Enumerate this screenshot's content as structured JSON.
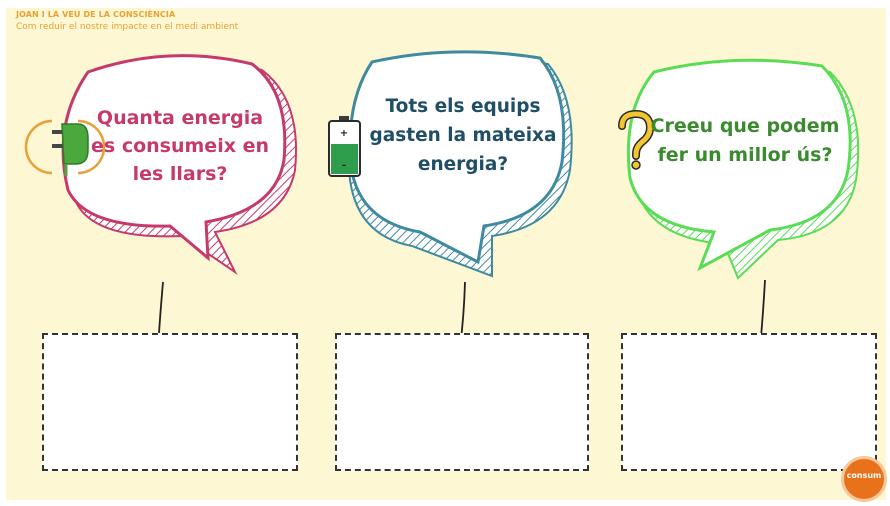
{
  "header": {
    "title": "JOAN I LA VEU DE LA CONSCIÈNCIA",
    "subtitle": "Com reduir el nostre impacte en el medi ambient"
  },
  "questions": [
    {
      "text": "Quanta energia es consumeix en les llars?",
      "color": "#c63a6b",
      "icon": "plug-icon"
    },
    {
      "text": "Tots els equips gasten la mateixa energia?",
      "color": "#3f8aa0",
      "icon": "battery-icon"
    },
    {
      "text": "Creeu que podem fer un millor ús?",
      "color": "#5bdc55",
      "icon": "question-mark-icon"
    }
  ],
  "logo": {
    "text": "consum"
  },
  "colors": {
    "background": "#fdf7d3",
    "accent": "#e8a134"
  }
}
